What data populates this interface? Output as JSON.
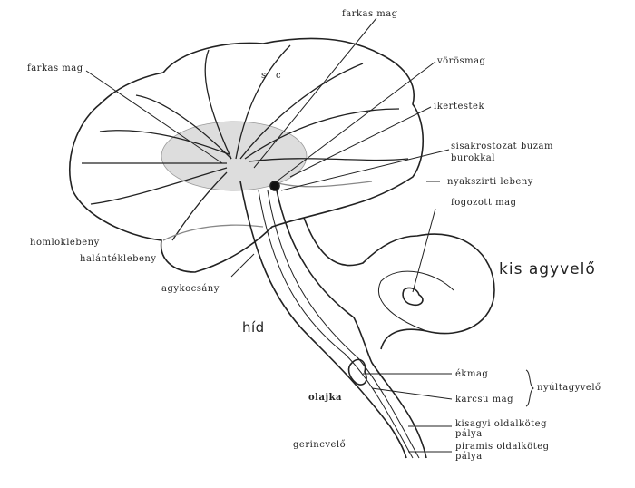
{
  "labels": {
    "farkas_mag_top": "farkas mag",
    "farkas_mag_left": "farkas mag",
    "vorosmag": "vörösmag",
    "ikertestek": "ikertestek",
    "sisakrostozat_1": "sisakrostozat buzam",
    "sisakrostozat_2": "burokkal",
    "nyakszirti": "nyakszirti lebeny",
    "fogozott": "fogozott mag",
    "kis_agyvelo": "kis agyvelő",
    "homloklebeny": "homloklebeny",
    "halanteklebeny": "halántéklebeny",
    "agykocsany": "agykocsány",
    "hid": "híd",
    "olajka": "olajka",
    "ekmag": "ékmag",
    "karcsu_mag": "karcsu mag",
    "nyultagyvelo": "nyúltagyvelő",
    "kisagyi_1": "kisagyi oldalköteg",
    "kisagyi_2": "pálya",
    "piramis_1": "piramis oldalköteg",
    "piramis_2": "pálya",
    "gerincvelo": "gerincvelő",
    "s": "s",
    "c": "c"
  }
}
